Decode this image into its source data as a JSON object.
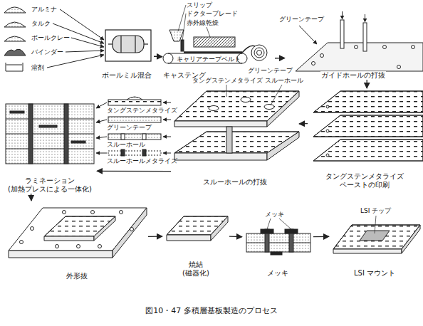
{
  "diagram": {
    "caption": "図10・47 多積層基板製造のプロセス",
    "nodes": [
      {
        "text": [
          "ボールミル混合"
        ]
      },
      {
        "text": [
          "キャステング"
        ]
      },
      {
        "text": [
          "ガイドホールの打抜"
        ]
      },
      {
        "text": [
          "タングステンメタライズ ペーストの印刷"
        ]
      },
      {
        "text": [
          "スルーホールの打抜"
        ]
      },
      {
        "text": [
          "ラミネーション (加熱プレスによる一体化)"
        ]
      },
      {
        "text": [
          "外形抜"
        ]
      },
      {
        "text": [
          "焼結 (磁器化)"
        ]
      },
      {
        "text": [
          "メッキ"
        ]
      },
      {
        "text": [
          "LSI マウント"
        ]
      }
    ],
    "edges": [
      {
        "from": 0,
        "to": 1,
        "arrow": "to"
      },
      {
        "from": 1,
        "to": 2,
        "arrow": "to"
      },
      {
        "from": 2,
        "to": 3,
        "arrow": "to"
      },
      {
        "from": 3,
        "to": 4,
        "arrow": "to"
      },
      {
        "from": 4,
        "to": 5,
        "arrow": "to"
      },
      {
        "from": 5,
        "to": 6,
        "arrow": "to"
      },
      {
        "from": 6,
        "to": 7,
        "arrow": "to"
      },
      {
        "from": 7,
        "to": 8,
        "arrow": "to"
      },
      {
        "from": 8,
        "to": 9,
        "arrow": "to"
      }
    ],
    "labels": [
      "アルミナ",
      "タルク",
      "ボールクレー",
      "バインダー",
      "溶剤",
      "スリップ",
      "ドクターブレード",
      "赤外線乾燥",
      "キャリアテープベルト",
      "グリーンテープ",
      "グリーンテープ",
      "タングステンメタライズ",
      "スルーホール",
      "タングステンメタライズ",
      "グリーンテープ",
      "スルーホール",
      "スルーホールメタライズ",
      "メッキ",
      "LSI チップ"
    ]
  }
}
